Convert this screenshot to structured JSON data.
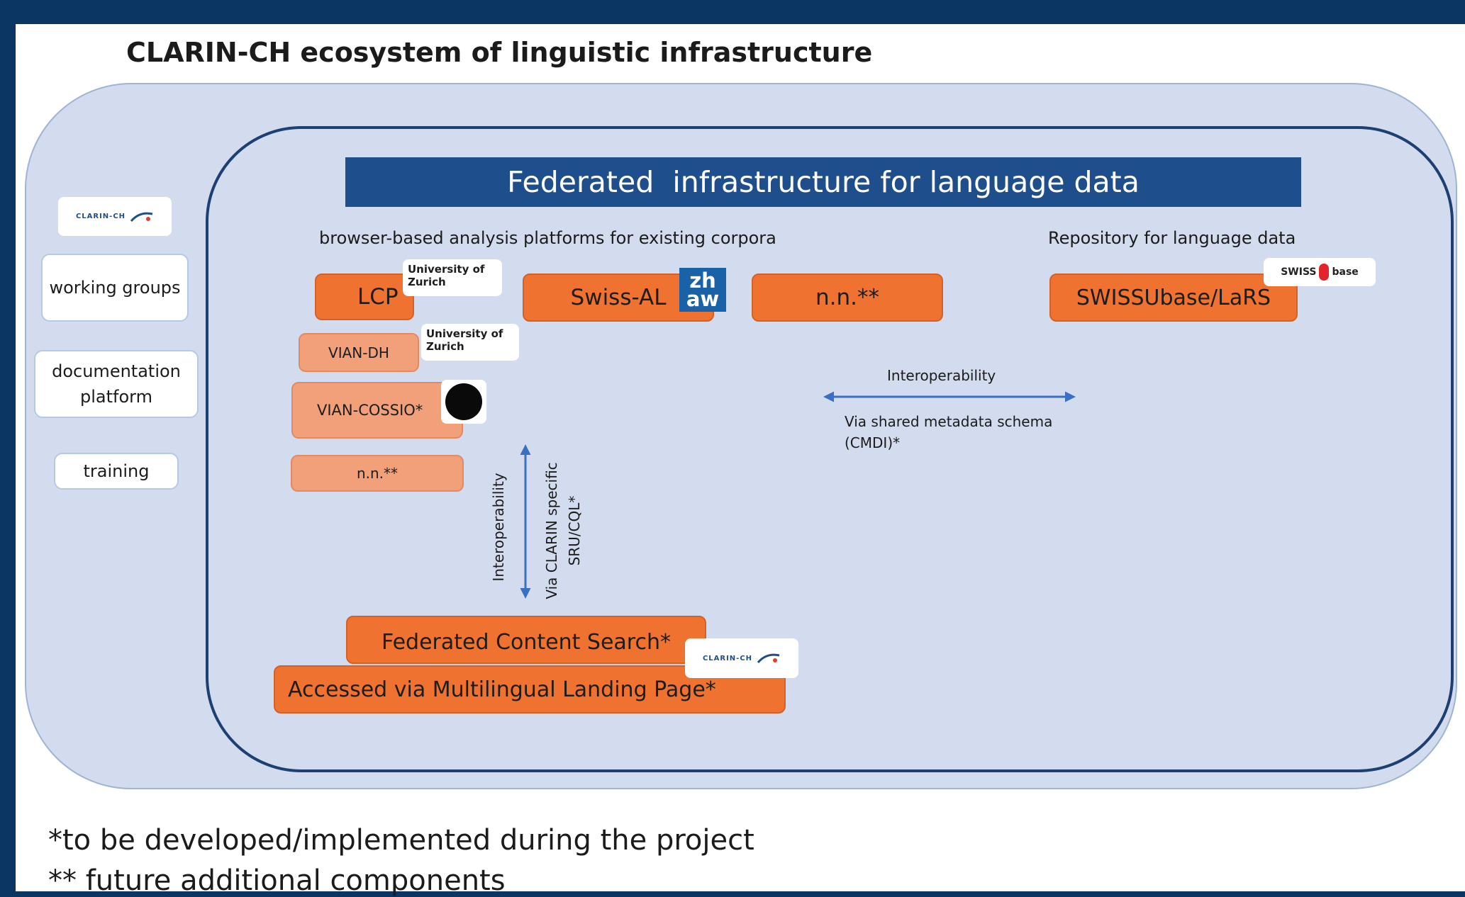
{
  "title": "CLARIN-CH ecosystem of linguistic infrastructure",
  "federated_banner": "Federated  infrastructure for language data",
  "heading_browser": "browser-based analysis platforms for existing corpora",
  "heading_repository": "Repository for language data",
  "platforms": {
    "lcp": "LCP",
    "swiss_al": "Swiss-AL",
    "nn_top": "n.n.**",
    "swissubase": "SWISSUbase/LaRS",
    "vian_dh": "VIAN-DH",
    "vian_cossio": "VIAN-COSSIO*",
    "nn_bottom": "n.n.**"
  },
  "federated_content_search": "Federated Content Search*",
  "landing_page": "Accessed via Multilingual Landing Page*",
  "logos": {
    "uzh": "University of Zurich",
    "zhaw_line1": "zh",
    "zhaw_line2": "aw",
    "swissubase_left": "SWISS",
    "swissubase_right": "base",
    "clarin": "CLARIN-CH"
  },
  "sidebar": {
    "working_groups": "working groups",
    "documentation_platform": "documentation platform",
    "training": "training"
  },
  "interop_horizontal": {
    "label": "Interoperability",
    "sub1": "Via shared metadata schema",
    "sub2": "(CMDI)*"
  },
  "interop_vertical": {
    "label": "Interoperability",
    "sub1": "Via CLARIN specific",
    "sub2": "SRU/CQL*"
  },
  "footnotes": {
    "single_star": "*to be developed/implemented during the project",
    "double_star": "** future additional components"
  },
  "colors": {
    "frame": "#0b3562",
    "outer_fill": "#d2dcee",
    "banner": "#1f4e8c",
    "orange": "#ef7230",
    "light_orange": "#f1a07a",
    "arrow": "#3a6fc4"
  }
}
